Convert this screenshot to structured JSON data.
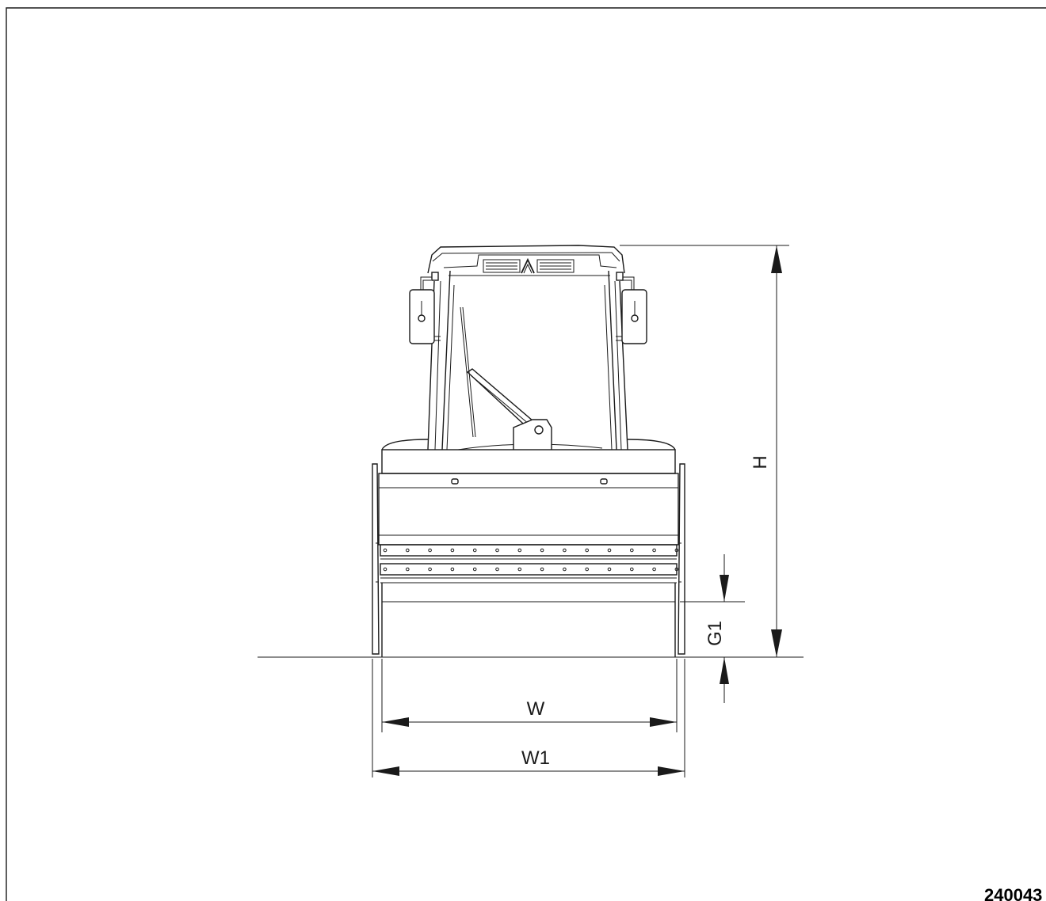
{
  "figure": {
    "figure_id": "240043",
    "dimension_labels": {
      "height": "H",
      "width": "W",
      "overall_width": "W1",
      "ground_clearance": "G1"
    },
    "icons": [
      "cab",
      "mirror",
      "wiper",
      "drum",
      "scraper-bar"
    ]
  }
}
